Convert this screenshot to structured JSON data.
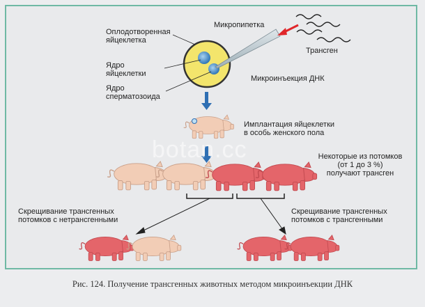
{
  "labels": {
    "fertilized_egg": "Оплодотворенная\nяйцеклетка",
    "micropipette": "Микропипетка",
    "transgene": "Трансген",
    "egg_nucleus": "Ядро\nяйцеклетки",
    "sperm_nucleus": "Ядро\nсперматозоида",
    "microinjection": "Микроинъекция ДНК",
    "implantation": "Имплантация яйцеклетки\nв особь женского пола",
    "some_offspring": "Некоторые из потомков\n(от 1 до 3 %)\nполучают трансген",
    "cross_nontransgenic": "Скрещивание трансгенных\nпотомков с нетрансгенными",
    "cross_transgenic": "Скрещивание трансгенных\nпотомков с трансгенными"
  },
  "watermark": "botan.cc",
  "caption": "Рис. 124. Получение трансгенных животных методом микроинъекции ДНК",
  "colors": {
    "frame": "#6fb9a4",
    "normal_pig": "#f2cdb6",
    "transgenic_pig": "#e4656a",
    "arrow_blue": "#2f6fb3",
    "egg_yolk": "#f3e56c",
    "transgene_arrow": "#e0262a"
  }
}
